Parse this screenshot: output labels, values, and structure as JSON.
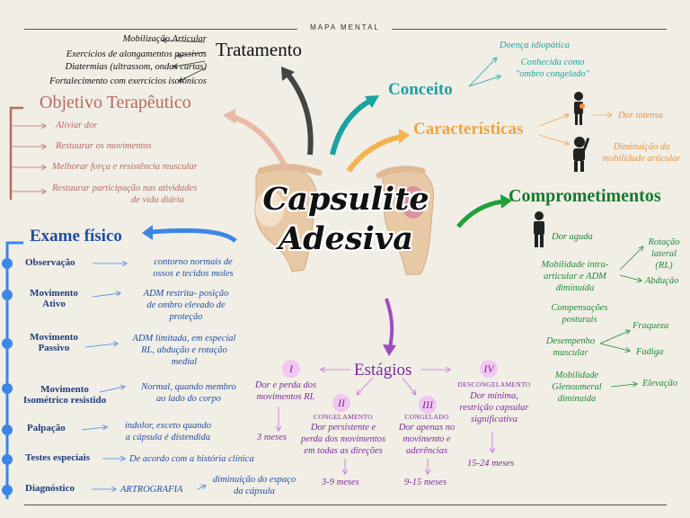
{
  "header": {
    "label": "MAPA MENTAL"
  },
  "center": {
    "line1": "Capsulite",
    "line2": "Adesiva"
  },
  "tratamento": {
    "title": "Tratamento",
    "items": [
      "Mobilização Articular",
      "Exercícios de alongamentos passivos",
      "Diatermias (ultrassom, ondas curtas)",
      "Fortalecimento com exercícios isotônicos"
    ]
  },
  "objetivo": {
    "title": "Objetivo Terapêutico",
    "items": [
      "Aliviar dor",
      "Restaurar os  movimentos",
      "Melhorar força e resistência muscular",
      "Restaurar participação nas atividades",
      "de vida diária"
    ]
  },
  "exame": {
    "title": "Exame físico",
    "rows": [
      {
        "label1": "Observação",
        "label2": "",
        "value1": "contorno normais de",
        "value2": "ossos e tecidos moles",
        "value3": ""
      },
      {
        "label1": "Movimento",
        "label2": "Ativo",
        "value1": "ADM restrita- posição",
        "value2": "de ombro elevado de",
        "value3": "proteção"
      },
      {
        "label1": "Movimento",
        "label2": "Passivo",
        "value1": "ADM limitada, em especial",
        "value2": "RL, abdução e rotação",
        "value3": "medial"
      },
      {
        "label1": "Movimento",
        "label2": "Isométrico resistido",
        "value1": "Normal, quando membro",
        "value2": "ao lado do corpo",
        "value3": ""
      },
      {
        "label1": "Palpação",
        "label2": "",
        "value1": "indolor, exceto quando",
        "value2": "a cápsula é distendida",
        "value3": ""
      },
      {
        "label1": "Testes especiais",
        "label2": "",
        "value1": "De acordo com a história clínica",
        "value2": "",
        "value3": ""
      },
      {
        "label1": "Diagnóstico",
        "label2": "",
        "value1": "ARTROGRAFIA",
        "value2": "diminuição do espaço",
        "value3": "da cápsula"
      }
    ]
  },
  "conceito": {
    "title": "Conceito",
    "items": [
      "Doença idiopática",
      "Conhecida como",
      "\"ombro congelado\""
    ]
  },
  "caracteristicas": {
    "title": "Características",
    "items": [
      "Dor intensa",
      "Diminuição da",
      "mobilidade articular"
    ]
  },
  "comprometimentos": {
    "title": "Comprometimentos",
    "dor": "Dor aguda",
    "mobilidade": [
      "Mobilidade intra-",
      "articular e ADM",
      "diminuída"
    ],
    "rotacao": [
      "Rotação",
      "lateral",
      "(RL)"
    ],
    "abducao": "Abdução",
    "compensacoes": [
      "Compensações",
      "posturais"
    ],
    "desempenho": [
      "Desempenho",
      "muscular"
    ],
    "fraqueza": "Fraqueza",
    "fadiga": "Fadiga",
    "glenoumeral": [
      "Mobilidade",
      "Glenoumeral",
      "diminuída"
    ],
    "elevacao": "Elevação"
  },
  "estagios": {
    "title": "Estágios",
    "stages": [
      {
        "numeral": "I",
        "name": "",
        "desc": [
          "Dor e perda dos",
          "movimentos RL"
        ],
        "duration": "3 meses"
      },
      {
        "numeral": "II",
        "name": "CONGELAMENTO",
        "desc": [
          "Dor persistente e",
          "perda dos movimentos",
          "em todas as direções"
        ],
        "duration": "3-9 meses"
      },
      {
        "numeral": "III",
        "name": "CONGELADO",
        "desc": [
          "Dor apenas no",
          "movimento e",
          "aderências"
        ],
        "duration": "9-15 meses"
      },
      {
        "numeral": "IV",
        "name": "DESCONGELAMENTO",
        "desc": [
          "Dor mínima,",
          "restrição capsular",
          "significativa"
        ],
        "duration": "15-24 meses"
      }
    ]
  },
  "colors": {
    "tratamento": "#111111",
    "objetivo": "#b46b63",
    "exame": "#1f4fa3",
    "conceito": "#1aa3a3",
    "caracteristicas": "#f0a445",
    "comprometimentos": "#167a2e",
    "estagios": "#7d2a9a"
  }
}
